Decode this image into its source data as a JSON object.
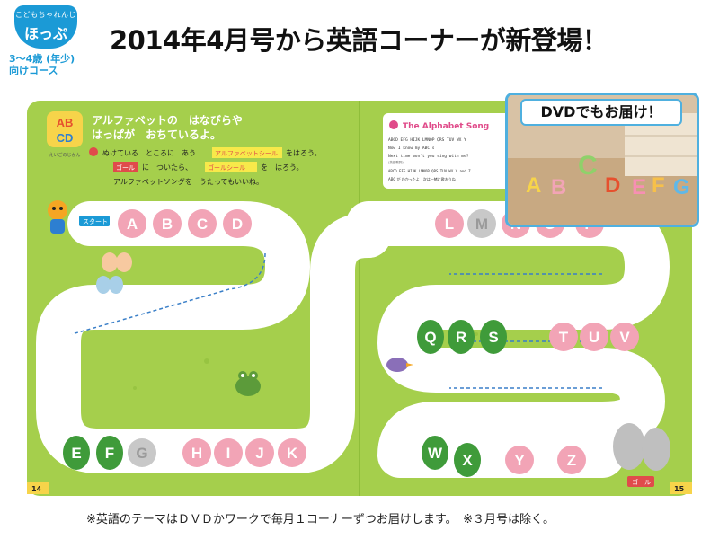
{
  "logo": {
    "small": "こどもちゃれんじ",
    "main": "ほっぷ",
    "age": "3～4歳 (年少)",
    "course": "向けコース"
  },
  "headline": "2014年4月号から英語コーナーが新登場！",
  "dvd_label": "DVDでもお届け！",
  "dvd_letters": [
    "A",
    "B",
    "C",
    "D",
    "E",
    "F",
    "G"
  ],
  "footnote": "※英語のテーマはＤＶＤかワークで毎月１コーナーずつお届けします。　※３月号は除く。",
  "book": {
    "icon_top": "AB",
    "icon_bottom": "CD",
    "icon_caption": "えいごのじかん",
    "heading_line1": "アルファベットの　はなびらや",
    "heading_line2": "はっぱが　おちているよ。",
    "instr1_pre": "ぬけている　ところに　あう",
    "instr1_tag": "アルファベットシール",
    "instr1_post": "をはろう。",
    "instr2_tag1": "ゴール",
    "instr2_mid": "に　ついたら、",
    "instr2_tag2": "ゴールシール",
    "instr2_post": "を　はろう。",
    "instr3": "アルファベットソングを　うたってもいいね。",
    "start_label": "スタート",
    "goal_label": "ゴール",
    "page_left": "14",
    "page_right": "15",
    "song_title": "The Alphabet Song",
    "song_lines": [
      "ABCD EFG HIJK LMNOP QRS TUV WX Y",
      "Now I know my ABC's",
      "Next time won't you sing with me?",
      "(英語歌詞)"
    ],
    "song_lines2": [
      "ABCD EFG HIJK LMNOP QRS TUV WX Y and Z",
      "ABC が わかったよ　次は一緒に歌おうね"
    ],
    "letters_top_left": [
      "A",
      "B",
      "C",
      "D"
    ],
    "letters_bottom_left": [
      "E",
      "F",
      "G",
      "H",
      "I",
      "J",
      "K"
    ],
    "letters_top_right": [
      "L",
      "M",
      "N",
      "O",
      "P"
    ],
    "letters_mid_right": [
      "Q",
      "R",
      "S",
      "T",
      "U",
      "V"
    ],
    "letters_bottom_right": [
      "W",
      "X",
      "Y",
      "Z"
    ]
  },
  "colors": {
    "grass": "#a5cf4c",
    "grass_dark": "#8fbe3a",
    "petal": "#f2a4b6",
    "petal_text": "#ffffff",
    "leaf": "#3f9b3a",
    "blank": "#c8c8c8",
    "accent_blue": "#1b9ad6",
    "arrow": "#3a7fc8"
  }
}
